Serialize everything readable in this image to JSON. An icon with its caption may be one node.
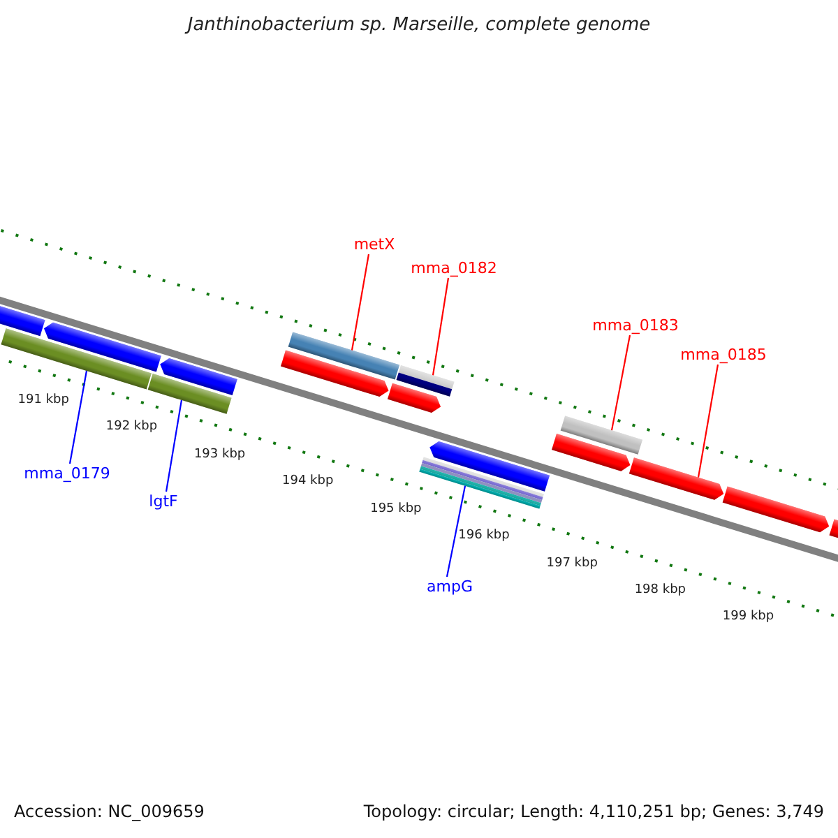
{
  "diagram": {
    "title": "Janthinobacterium sp. Marseille, complete genome",
    "nodes": [
      {
        "text": [
          "metX"
        ]
      },
      {
        "text": [
          "mma_0182"
        ]
      },
      {
        "text": [
          "mma_0183"
        ]
      },
      {
        "text": [
          "mma_0185"
        ]
      },
      {
        "text": [
          "mma_0179"
        ]
      },
      {
        "text": [
          "lgtF"
        ]
      },
      {
        "text": [
          "ampG"
        ]
      },
      {
        "text": [],
        "shape": "arrow"
      },
      {
        "text": [],
        "shape": "bar"
      },
      {
        "text": [],
        "shape": "arrow"
      },
      {
        "text": [],
        "shape": "bar"
      },
      {
        "text": [],
        "shape": "arrow"
      },
      {
        "text": [],
        "shape": "arrow"
      },
      {
        "text": [],
        "shape": "bar"
      },
      {
        "text": [],
        "shape": "bar"
      },
      {
        "text": [],
        "shape": "arrow"
      },
      {
        "text": [],
        "shape": "bar"
      },
      {
        "text": [],
        "shape": "arrow"
      },
      {
        "text": [],
        "shape": "arrow"
      },
      {
        "text": [],
        "shape": "bar"
      },
      {
        "text": [],
        "shape": "arrow"
      },
      {
        "text": [],
        "shape": "arrow"
      },
      {
        "text": [],
        "shape": "arrow"
      }
    ],
    "edges": [
      {
        "from": 0,
        "to": 13,
        "arrow": "none"
      },
      {
        "from": 1,
        "to": 14,
        "arrow": "none"
      },
      {
        "from": 2,
        "to": 19,
        "arrow": "none"
      },
      {
        "from": 3,
        "to": 20,
        "arrow": "none"
      },
      {
        "from": 4,
        "to": 8,
        "arrow": "none",
        "color": "#0000ff"
      },
      {
        "from": 5,
        "to": 10,
        "arrow": "none",
        "color": "#0000ff"
      },
      {
        "from": 6,
        "to": 16,
        "arrow": "none",
        "color": "#0000ff"
      }
    ],
    "labels": [
      "191 kbp",
      "192 kbp",
      "193 kbp",
      "194 kbp",
      "195 kbp",
      "196 kbp",
      "197 kbp",
      "198 kbp",
      "199 kbp",
      "Accession: NC_009659",
      "Topology: circular; Length: 4,110,251 bp; Genes: 3,749"
    ]
  }
}
